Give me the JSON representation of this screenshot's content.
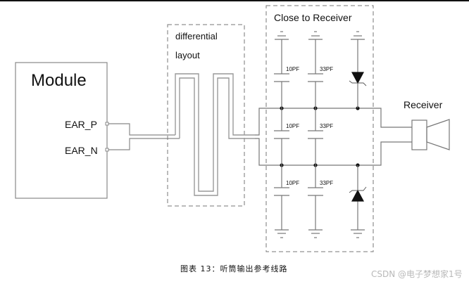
{
  "diagram": {
    "module": {
      "title": "Module",
      "pins": [
        "EAR_P",
        "EAR_N"
      ]
    },
    "differential_region": {
      "label_line1": "differential",
      "label_line2": "layout"
    },
    "close_region": {
      "label": "Close to Receiver",
      "top_row": [
        {
          "type": "capacitor",
          "value": "10PF"
        },
        {
          "type": "capacitor",
          "value": "33PF"
        },
        {
          "type": "tvs-diode",
          "value": ""
        }
      ],
      "middle_row": [
        {
          "type": "capacitor",
          "value": "10PF"
        },
        {
          "type": "capacitor",
          "value": "33PF"
        }
      ],
      "bottom_row": [
        {
          "type": "capacitor",
          "value": "10PF"
        },
        {
          "type": "capacitor",
          "value": "33PF"
        },
        {
          "type": "tvs-diode",
          "value": ""
        }
      ]
    },
    "receiver": {
      "label": "Receiver"
    }
  },
  "caption": "图表 13：听筒输出参考线路",
  "watermark": "CSDN @电子梦想家1号"
}
